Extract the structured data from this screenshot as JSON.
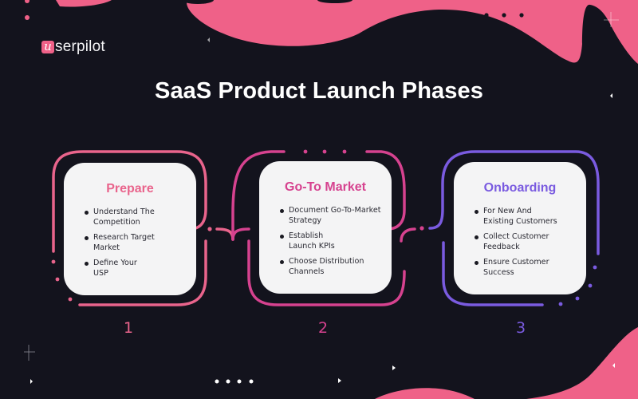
{
  "logo": {
    "mark": "u",
    "text": "serpilot",
    "brand_color": "#ef6188"
  },
  "title": "SaaS Product Launch Phases",
  "phases": [
    {
      "number": "1",
      "title": "Prepare",
      "color": "#e9648c",
      "items": [
        "Understand The Competition",
        "Research Target Market",
        "Define Your USP"
      ]
    },
    {
      "number": "2",
      "title": "Go-To Market",
      "color": "#d6428f",
      "items": [
        "Document Go-To-Market Strategy",
        "Establish Launch KPIs",
        "Choose Distribution Channels"
      ]
    },
    {
      "number": "3",
      "title": "Onboarding",
      "color": "#7a5be0",
      "items": [
        "For New And Existing Customers",
        "Collect Customer Feedback",
        "Ensure Customer Success"
      ]
    }
  ],
  "colors": {
    "background": "#13131d",
    "blob": "#ef6188",
    "card": "#f4f4f5"
  }
}
